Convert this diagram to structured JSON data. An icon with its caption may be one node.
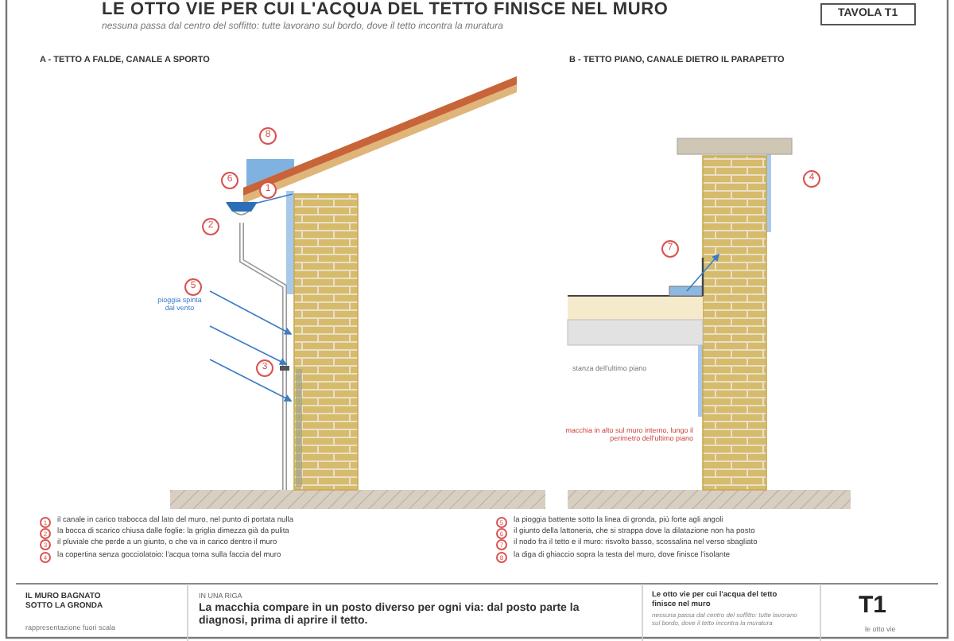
{
  "diagram": {
    "title": "LE OTTO VIE PER CUI L'ACQUA DEL TETTO FINISCE NEL MURO",
    "labels": [
      "nessuna passa dal centro del soffitto: tutte lavorano sul bordo, dove il tetto incontra la muratura",
      "TAVOLA T1",
      "A - TETTO A FALDE, CANALE A SPORTO",
      "B - TETTO PIANO, CANALE DIETRO IL PARAPETTO",
      "8",
      "6",
      "1",
      "2",
      "5",
      "pioggia spinta dal vento",
      "3",
      "4",
      "7",
      "stanza dell'ultimo piano",
      "macchia in alto sul muro interno, lungo il perimetro dell'ultimo piano",
      "1",
      "il canale in carico trabocca dal lato del muro, nel punto di portata nulla",
      "5",
      "la pioggia battente sotto la linea di gronda, più forte agli angoli",
      "2",
      "la bocca di scarico chiusa dalle foglie: la griglia dimezza già da pulita",
      "6",
      "il giunto della lattoneria, che si strappa dove la dilatazione non ha posto",
      "3",
      "il pluviale che perde a un giunto, o che va in carico dentro il muro",
      "7",
      "il nodo fra il tetto e il muro: risvolto basso, scossalina nel verso sbagliato",
      "4",
      "la copertina senza gocciolatoio: l'acqua torna sulla faccia del muro",
      "8",
      "la diga di ghiaccio sopra la testa del muro, dove finisce l'isolante",
      "IL MURO BAGNATO SOTTO LA GRONDA",
      "rappresentazione fuori scala",
      "IN UNA RIGA",
      "La macchia compare in un posto diverso per ogni via: dal posto parte la diagnosi, prima di aprire il tetto.",
      "Le otto vie per cui l'acqua del tetto finisce nel muro",
      "nessuna passa dal centro del soffitto: tutte lavorano sul bordo, dove il tetto incontra la muratura",
      "T1",
      "le otto vie"
    ]
  }
}
